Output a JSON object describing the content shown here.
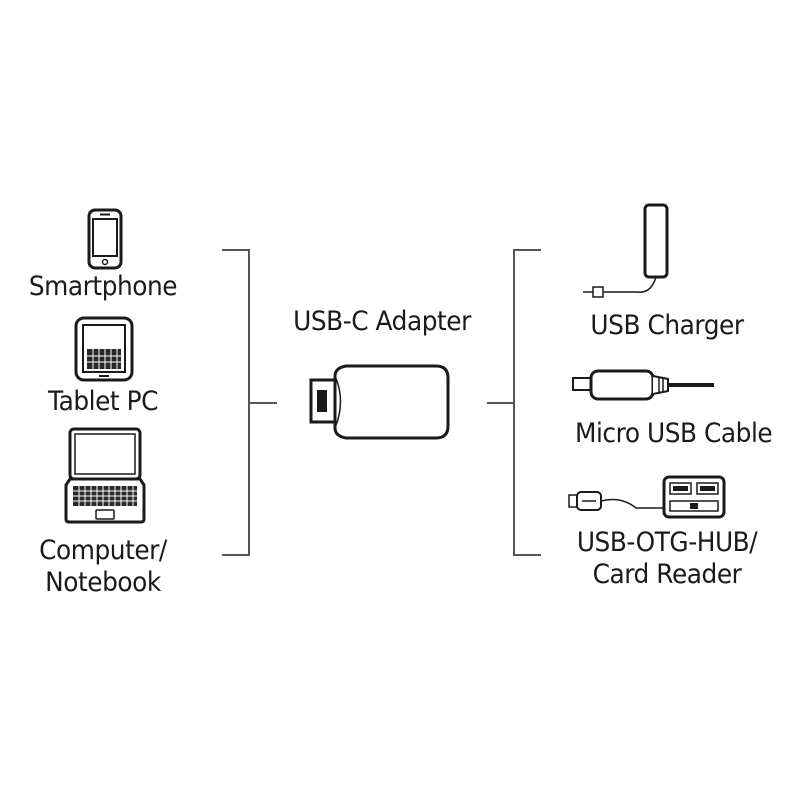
{
  "left_devices": {
    "smartphone": "Smartphone",
    "tablet": "Tablet PC",
    "computer_line1": "Computer/",
    "computer_line2": "Notebook"
  },
  "center": {
    "adapter": "USB-C Adapter"
  },
  "right_devices": {
    "charger": "USB Charger",
    "micro_usb": "Micro USB Cable",
    "otg_line1": "USB-OTG-HUB/",
    "otg_line2": "Card Reader"
  },
  "colors": {
    "stroke": "#1a1a1a",
    "bracket": "#555555"
  },
  "icons": {
    "smartphone": "smartphone-icon",
    "tablet": "tablet-icon",
    "laptop": "laptop-icon",
    "adapter": "usb-c-adapter-icon",
    "charger": "usb-charger-icon",
    "micro_usb": "micro-usb-cable-icon",
    "otg_hub": "usb-otg-hub-icon"
  }
}
